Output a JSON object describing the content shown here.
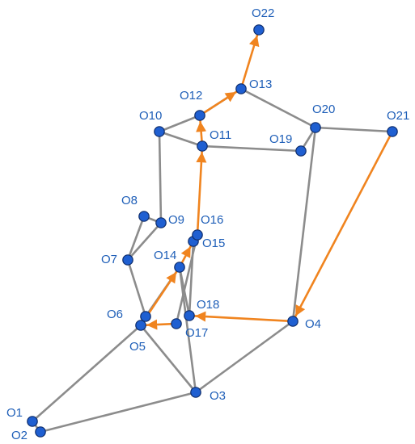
{
  "colors": {
    "node_fill": "#1f5fd1",
    "label": "#1f5fb8",
    "edge": "#8c8c8c",
    "arc": "#f0841f"
  },
  "nodes": [
    {
      "id": "O1",
      "label": "O1"
    },
    {
      "id": "O2",
      "label": "O2"
    },
    {
      "id": "O3",
      "label": "O3"
    },
    {
      "id": "O4",
      "label": "O4"
    },
    {
      "id": "O5",
      "label": "O5"
    },
    {
      "id": "O6",
      "label": "O6"
    },
    {
      "id": "O7",
      "label": "O7"
    },
    {
      "id": "O8",
      "label": "O8"
    },
    {
      "id": "O9",
      "label": "O9"
    },
    {
      "id": "O10",
      "label": "O10"
    },
    {
      "id": "O11",
      "label": "O11"
    },
    {
      "id": "O12",
      "label": "O12"
    },
    {
      "id": "O13",
      "label": "O13"
    },
    {
      "id": "O14",
      "label": "O14"
    },
    {
      "id": "O15",
      "label": "O15"
    },
    {
      "id": "O16",
      "label": "O16"
    },
    {
      "id": "O17",
      "label": "O17"
    },
    {
      "id": "O18",
      "label": "O18"
    },
    {
      "id": "O19",
      "label": "O19"
    },
    {
      "id": "O20",
      "label": "O20"
    },
    {
      "id": "O21",
      "label": "O21"
    },
    {
      "id": "O22",
      "label": "O22"
    }
  ],
  "edges": [
    [
      "O1",
      "O2"
    ],
    [
      "O1",
      "O5"
    ],
    [
      "O2",
      "O3"
    ],
    [
      "O3",
      "O5"
    ],
    [
      "O3",
      "O14"
    ],
    [
      "O3",
      "O4"
    ],
    [
      "O5",
      "O6"
    ],
    [
      "O6",
      "O7"
    ],
    [
      "O6",
      "O14"
    ],
    [
      "O7",
      "O8"
    ],
    [
      "O7",
      "O9"
    ],
    [
      "O8",
      "O9"
    ],
    [
      "O9",
      "O10"
    ],
    [
      "O10",
      "O12"
    ],
    [
      "O10",
      "O11"
    ],
    [
      "O11",
      "O19"
    ],
    [
      "O12",
      "O13"
    ],
    [
      "O13",
      "O20"
    ],
    [
      "O19",
      "O20"
    ],
    [
      "O20",
      "O21"
    ],
    [
      "O20",
      "O4"
    ],
    [
      "O14",
      "O18"
    ],
    [
      "O15",
      "O18"
    ],
    [
      "O16",
      "O17"
    ]
  ],
  "arcs": [
    [
      "O21",
      "O4"
    ],
    [
      "O4",
      "O18"
    ],
    [
      "O17",
      "O5"
    ],
    [
      "O5",
      "O14"
    ],
    [
      "O14",
      "O15"
    ],
    [
      "O16",
      "O11"
    ],
    [
      "O11",
      "O12"
    ],
    [
      "O12",
      "O13"
    ],
    [
      "O13",
      "O22"
    ]
  ]
}
